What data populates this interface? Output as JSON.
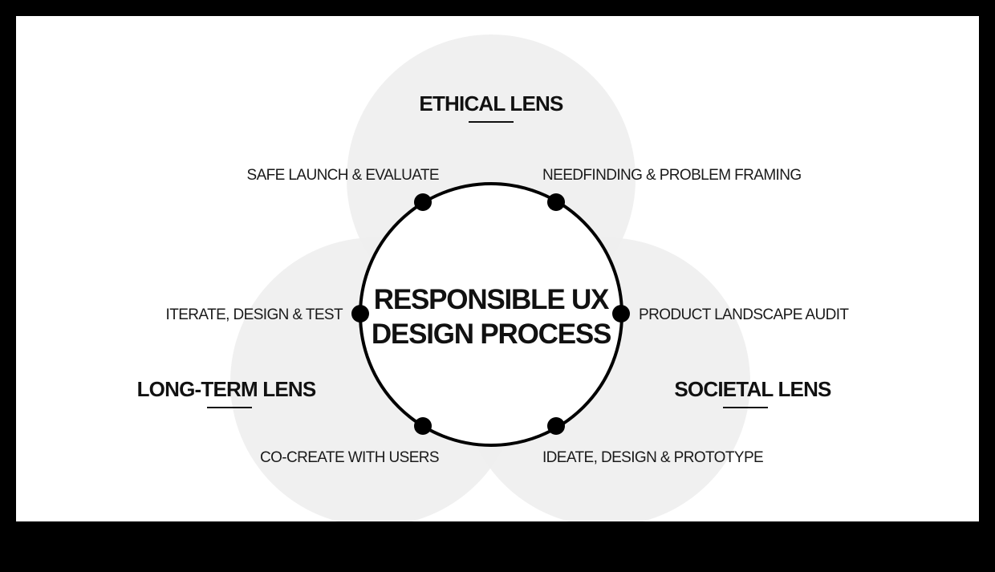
{
  "center": {
    "line1": "RESPONSIBLE UX",
    "line2": "DESIGN PROCESS"
  },
  "lenses": {
    "ethical": "ETHICAL LENS",
    "long_term": "LONG-TERM LENS",
    "societal": "SOCIETAL LENS"
  },
  "steps": {
    "safe_launch": "SAFE LAUNCH & EVALUATE",
    "needfinding": "NEEDFINDING & PROBLEM FRAMING",
    "iterate": "ITERATE, DESIGN & TEST",
    "landscape_audit": "PRODUCT LANDSCAPE AUDIT",
    "co_create": "CO-CREATE WITH USERS",
    "ideate": "IDEATE, DESIGN & PROTOTYPE"
  },
  "colors": {
    "frame": "#000000",
    "canvas": "#ffffff",
    "lens_fill": "#eeeeee",
    "ring": "#000000",
    "text": "#111111"
  }
}
